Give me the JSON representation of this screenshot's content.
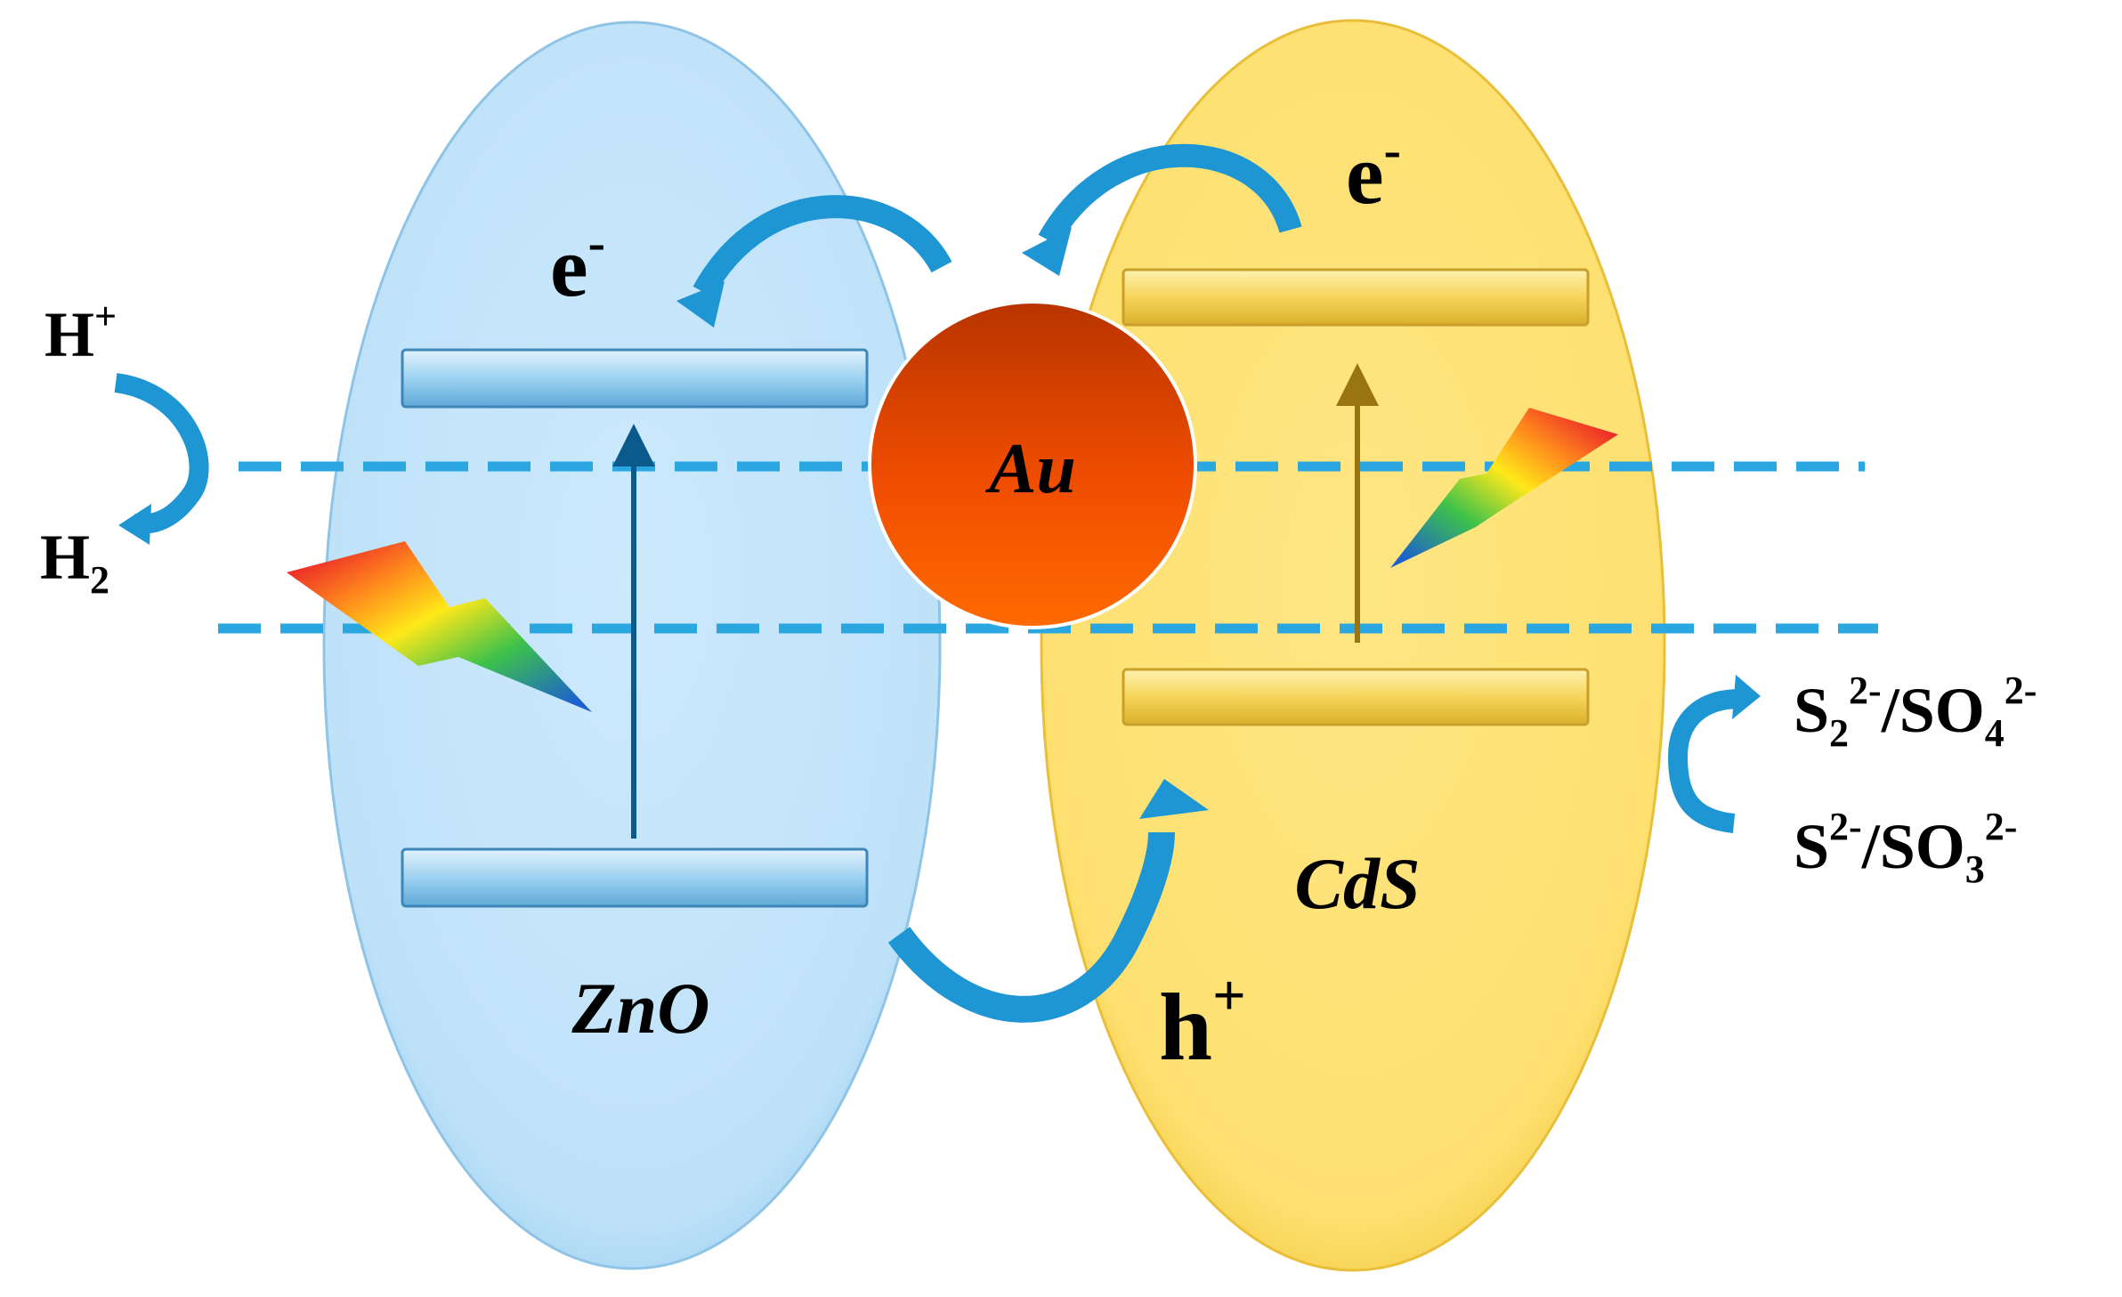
{
  "materials": {
    "left": "ZnO",
    "right": "CdS",
    "center": "Au"
  },
  "charges": {
    "electron_base": "e",
    "electron_sup": "-",
    "hole_base": "h",
    "hole_sup": "+"
  },
  "reduction": {
    "reactant_base": "H",
    "reactant_sup": "+",
    "product_base": "H",
    "product_sub": "2"
  },
  "oxidation": {
    "product_p1": "S",
    "product_sub1": "2",
    "product_sup1": "2-",
    "product_p2": "/SO",
    "product_sub2": "4",
    "product_sup2": "2-",
    "reactant_p1": "S",
    "reactant_sup1": "2-",
    "reactant_p2": "/SO",
    "reactant_sub2": "3",
    "reactant_sup2": "2-"
  },
  "colors": {
    "zno_fill": "#c4e4fa",
    "cds_fill": "#fde37a",
    "au_fill": "#ff5a00",
    "arrow_blue": "#1e96d4",
    "dashed_line": "#2aa7e0",
    "zno_band": "#8ec8ec",
    "cds_band": "#f1cd4a",
    "zno_excitation": "#0c5a8c",
    "cds_excitation": "#9a7410"
  },
  "icons": [
    "lightning-bolt-icon",
    "curved-arrow-icon"
  ]
}
